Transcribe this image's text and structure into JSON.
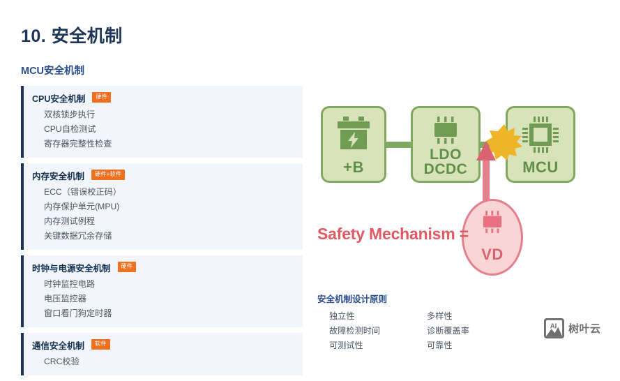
{
  "slide": {
    "title_number": "10.",
    "title_text": "安全机制",
    "section_heading": "MCU安全机制"
  },
  "cards": [
    {
      "title": "CPU安全机制",
      "badge": "硬件",
      "items": [
        "双核锁步执行",
        "CPU自检测试",
        "寄存器完整性检查"
      ]
    },
    {
      "title": "内存安全机制",
      "badge": "硬件+软件",
      "items": [
        "ECC（错误校正码）",
        "内存保护单元(MPU)",
        "内存测试例程",
        "关键数据冗余存储"
      ]
    },
    {
      "title": "时钟与电源安全机制",
      "badge": "硬件",
      "items": [
        "时钟监控电路",
        "电压监控器",
        "窗口看门狗定时器"
      ]
    },
    {
      "title": "通信安全机制",
      "badge": "软件",
      "items": [
        "CRC校验"
      ]
    }
  ],
  "diagram": {
    "battery_label": "+B",
    "ldo_label_line1": "LDO",
    "ldo_label_line2": "DCDC",
    "mcu_label": "MCU",
    "equation_text": "Safety Mechanism =",
    "vd_label": "VD",
    "colors": {
      "box_fill": "#d9e3b9",
      "box_border": "#7fa860",
      "box_text": "#5f8f4a",
      "burst": "#f0b429",
      "vd_fill": "#fad5d5",
      "vd_border": "#e3808e",
      "vd_text": "#d9636f",
      "equation": "#e05a63"
    }
  },
  "principles": {
    "title": "安全机制设计原则",
    "column_left": [
      "独立性",
      "故障检测时间",
      "可测试性"
    ],
    "column_right": [
      "多样性",
      "诊断覆盖率",
      "可靠性"
    ]
  },
  "watermark": {
    "icon_text": "AI",
    "label": "树叶云"
  },
  "theme": {
    "title_color": "#1c3557",
    "heading_color": "#2c4f8c",
    "badge_color": "#f07020",
    "card_bg": "#f2f6fa"
  }
}
